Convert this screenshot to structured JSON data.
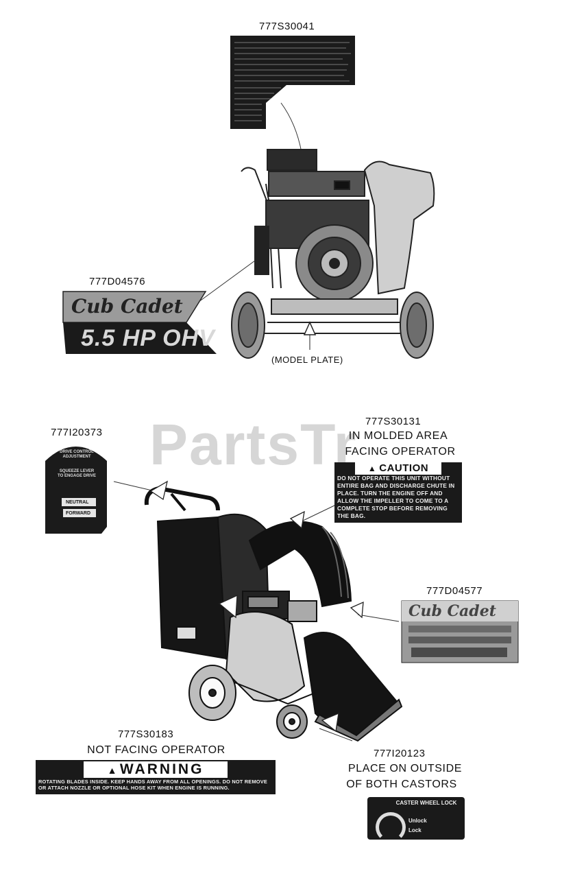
{
  "watermark": "PartsTr",
  "parts": {
    "decal_top": "777S30041",
    "logo_decal": "777D04576",
    "model_plate": "(MODEL PLATE)",
    "drive_decal": "777I20373",
    "caution_decal": "777S30131",
    "caution_note_1": "IN MOLDED AREA",
    "caution_note_2": "FACING OPERATOR",
    "side_decal": "777D04577",
    "warning_decal": "777S30183",
    "warning_note": "NOT FACING OPERATOR",
    "castor_decal": "777I20123",
    "castor_note_1": "PLACE ON OUTSIDE",
    "castor_note_2": "OF BOTH CASTORS"
  },
  "logo": {
    "brand": "Cub Cadet",
    "engine": "5.5 HP OHV"
  },
  "caution": {
    "title": "CAUTION",
    "text": "DO NOT OPERATE THIS UNIT WITHOUT ENTIRE BAG AND DISCHARGE CHUTE IN PLACE. TURN THE ENGINE OFF AND ALLOW THE IMPELLER TO COME TO A COMPLETE STOP BEFORE REMOVING THE BAG."
  },
  "warning": {
    "title": "WARNING",
    "text": "ROTATING BLADES INSIDE. KEEP HANDS AWAY FROM ALL OPENINGS. DO NOT REMOVE OR ATTACH NOZZLE OR OPTIONAL HOSE KIT WHEN ENGINE IS RUNNING."
  },
  "drive": {
    "line1": "DRIVE CONTROL ADJUSTMENT",
    "line2": "SQUEEZE LEVER TO ENGAGE DRIVE",
    "neutral": "NEUTRAL",
    "forward": "FORWARD"
  },
  "castor": {
    "title": "CASTER WHEEL LOCK",
    "unlock": "Unlock",
    "lock": "Lock"
  }
}
